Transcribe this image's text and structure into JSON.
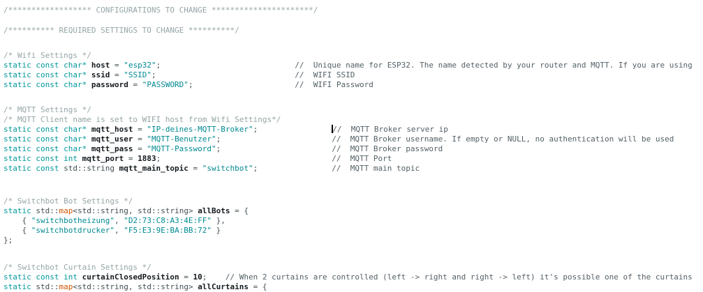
{
  "colors": {
    "background": "#ffffff",
    "keyword": "#00979C",
    "string": "#008a93",
    "identifier": "#141a1e",
    "function_keyword": "#d35400",
    "line_comment": "#536066",
    "block_comment": "#95a5a6",
    "plain_text": "#434f54",
    "cursor": "#000000"
  },
  "code": {
    "lines": [
      {
        "tokens": [
          {
            "t": "/****************** CONFIGURATIONS TO CHANGE **********************/",
            "c": "c2"
          }
        ]
      },
      {
        "blank": true
      },
      {
        "tokens": [
          {
            "t": "/********** REQUIRED SETTINGS TO CHANGE **********/",
            "c": "c2"
          }
        ]
      },
      {
        "blank": true
      },
      {
        "tokens": [
          {
            "t": "/* Wifi Settings */",
            "c": "c2"
          }
        ]
      },
      {
        "tokens": [
          {
            "t": "static const char*",
            "c": "k"
          },
          {
            "t": " ",
            "c": "p"
          },
          {
            "t": "host",
            "c": "v"
          },
          {
            "t": " = ",
            "c": "p"
          },
          {
            "t": "\"esp32\"",
            "c": "s"
          },
          {
            "t": ";",
            "c": "p"
          },
          {
            "pad": 29
          },
          {
            "t": "//  Unique name for ESP32. The name detected by your router and MQTT. If you are using",
            "c": "c1"
          }
        ]
      },
      {
        "tokens": [
          {
            "t": "static const char*",
            "c": "k"
          },
          {
            "t": " ",
            "c": "p"
          },
          {
            "t": "ssid",
            "c": "v"
          },
          {
            "t": " = ",
            "c": "p"
          },
          {
            "t": "\"SSID\"",
            "c": "s"
          },
          {
            "t": ";",
            "c": "p"
          },
          {
            "pad": 30
          },
          {
            "t": "//  WIFI SSID",
            "c": "c1"
          }
        ]
      },
      {
        "tokens": [
          {
            "t": "static const char*",
            "c": "k"
          },
          {
            "t": " ",
            "c": "p"
          },
          {
            "t": "password",
            "c": "v"
          },
          {
            "t": " = ",
            "c": "p"
          },
          {
            "t": "\"PASSWORD\"",
            "c": "s"
          },
          {
            "t": ";",
            "c": "p"
          },
          {
            "pad": 22
          },
          {
            "t": "//  WIFI Password",
            "c": "c1"
          }
        ]
      },
      {
        "blank": true
      },
      {
        "tokens": [
          {
            "t": "/* MQTT Settings */",
            "c": "c2"
          }
        ]
      },
      {
        "tokens": [
          {
            "t": "/* MQTT Client name is set to WIFI host from Wifi Settings*/",
            "c": "c2"
          }
        ]
      },
      {
        "tokens": [
          {
            "t": "static const char*",
            "c": "k"
          },
          {
            "t": " ",
            "c": "p"
          },
          {
            "t": "mqtt_host",
            "c": "v"
          },
          {
            "t": " = ",
            "c": "p"
          },
          {
            "t": "\"IP-deines-MQTT-Broker\"",
            "c": "s"
          },
          {
            "t": ";",
            "c": "p"
          },
          {
            "pad": 16
          },
          {
            "cursor": true
          },
          {
            "t": "//  MQTT Broker server ip",
            "c": "c1"
          }
        ]
      },
      {
        "tokens": [
          {
            "t": "static const char*",
            "c": "k"
          },
          {
            "t": " ",
            "c": "p"
          },
          {
            "t": "mqtt_user",
            "c": "v"
          },
          {
            "t": " = ",
            "c": "p"
          },
          {
            "t": "\"MQTT-Benutzer\"",
            "c": "s"
          },
          {
            "t": ";",
            "c": "p"
          },
          {
            "pad": 24
          },
          {
            "t": "//  MQTT Broker username. If empty or NULL, no authentication will be used",
            "c": "c1"
          }
        ]
      },
      {
        "tokens": [
          {
            "t": "static const char*",
            "c": "k"
          },
          {
            "t": " ",
            "c": "p"
          },
          {
            "t": "mqtt_pass",
            "c": "v"
          },
          {
            "t": " = ",
            "c": "p"
          },
          {
            "t": "\"MQTT-Password\"",
            "c": "s"
          },
          {
            "t": ";",
            "c": "p"
          },
          {
            "pad": 24
          },
          {
            "t": "//  MQTT Broker password",
            "c": "c1"
          }
        ]
      },
      {
        "tokens": [
          {
            "t": "static const int",
            "c": "k"
          },
          {
            "t": " ",
            "c": "p"
          },
          {
            "t": "mqtt_port",
            "c": "v"
          },
          {
            "t": " = ",
            "c": "p"
          },
          {
            "t": "1883",
            "c": "n"
          },
          {
            "t": ";",
            "c": "p"
          },
          {
            "pad": 37
          },
          {
            "t": "//  MQTT Port",
            "c": "c1"
          }
        ]
      },
      {
        "tokens": [
          {
            "t": "static const",
            "c": "k"
          },
          {
            "t": " std::string ",
            "c": "p"
          },
          {
            "t": "mqtt_main_topic",
            "c": "v"
          },
          {
            "t": " = ",
            "c": "p"
          },
          {
            "t": "\"switchbot\"",
            "c": "s"
          },
          {
            "t": ";",
            "c": "p"
          },
          {
            "pad": 16
          },
          {
            "t": "//  MQTT main topic",
            "c": "c1"
          }
        ]
      },
      {
        "blank": true
      },
      {
        "tokens": [
          {
            "t": "/* Switchbot Bot Settings */",
            "c": "c2"
          }
        ]
      },
      {
        "tokens": [
          {
            "t": "static",
            "c": "k"
          },
          {
            "t": " std::",
            "c": "p"
          },
          {
            "t": "map",
            "c": "fn"
          },
          {
            "t": "<std::string, std::string> ",
            "c": "p"
          },
          {
            "t": "allBots",
            "c": "v"
          },
          {
            "t": " = {",
            "c": "p"
          }
        ]
      },
      {
        "tokens": [
          {
            "t": "    { ",
            "c": "p"
          },
          {
            "t": "\"switchbotheizung\"",
            "c": "s"
          },
          {
            "t": ", ",
            "c": "p"
          },
          {
            "t": "\"D2:73:C8:A3:4E:FF\"",
            "c": "s"
          },
          {
            "t": " },",
            "c": "p"
          }
        ]
      },
      {
        "tokens": [
          {
            "t": "    { ",
            "c": "p"
          },
          {
            "t": "\"switchbotdrucker\"",
            "c": "s"
          },
          {
            "t": ", ",
            "c": "p"
          },
          {
            "t": "\"F5:E3:9E:BA:BB:72\"",
            "c": "s"
          },
          {
            "t": " }",
            "c": "p"
          }
        ]
      },
      {
        "tokens": [
          {
            "t": "};",
            "c": "p"
          }
        ]
      },
      {
        "blank": true
      },
      {
        "tokens": [
          {
            "t": "/* Switchbot Curtain Settings */",
            "c": "c2"
          }
        ]
      },
      {
        "tokens": [
          {
            "t": "static const int",
            "c": "k"
          },
          {
            "t": " ",
            "c": "p"
          },
          {
            "t": "curtainClosedPosition",
            "c": "v"
          },
          {
            "t": " = ",
            "c": "p"
          },
          {
            "t": "10",
            "c": "n"
          },
          {
            "t": ";",
            "c": "p"
          },
          {
            "pad": 4
          },
          {
            "t": "// When 2 curtains are controlled (left -> right and right -> left) it's possible one of the curtains",
            "c": "c1"
          }
        ]
      },
      {
        "tokens": [
          {
            "t": "static",
            "c": "k"
          },
          {
            "t": " std::",
            "c": "p"
          },
          {
            "t": "map",
            "c": "fn"
          },
          {
            "t": "<std::string, std::string> ",
            "c": "p"
          },
          {
            "t": "allCurtains",
            "c": "v"
          },
          {
            "t": " = {",
            "c": "p"
          }
        ]
      }
    ]
  }
}
